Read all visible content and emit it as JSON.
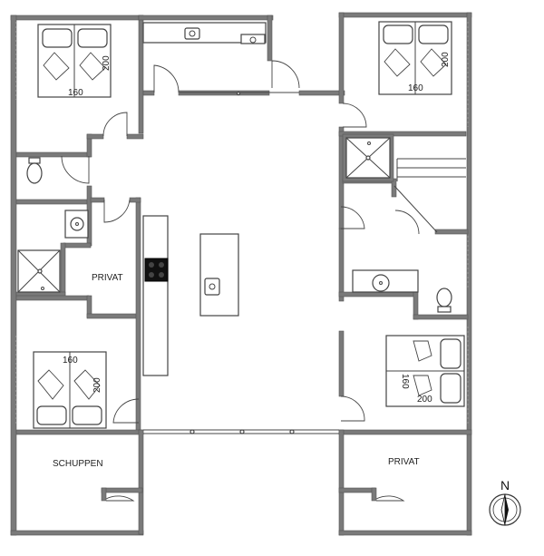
{
  "rooms": {
    "privat_left": "PRIVAT",
    "privat_right": "PRIVAT",
    "schuppen": "SCHUPPEN"
  },
  "beds": {
    "top_left": {
      "width": "160",
      "length": "200"
    },
    "top_right": {
      "width": "160",
      "length": "200"
    },
    "bottom_left": {
      "width": "160",
      "length": "200"
    },
    "right_mid": {
      "width": "160",
      "length": "200"
    }
  },
  "compass": {
    "north": "N"
  },
  "colors": {
    "wall": "#7a7a7a",
    "line": "#444444",
    "background": "#ffffff"
  }
}
